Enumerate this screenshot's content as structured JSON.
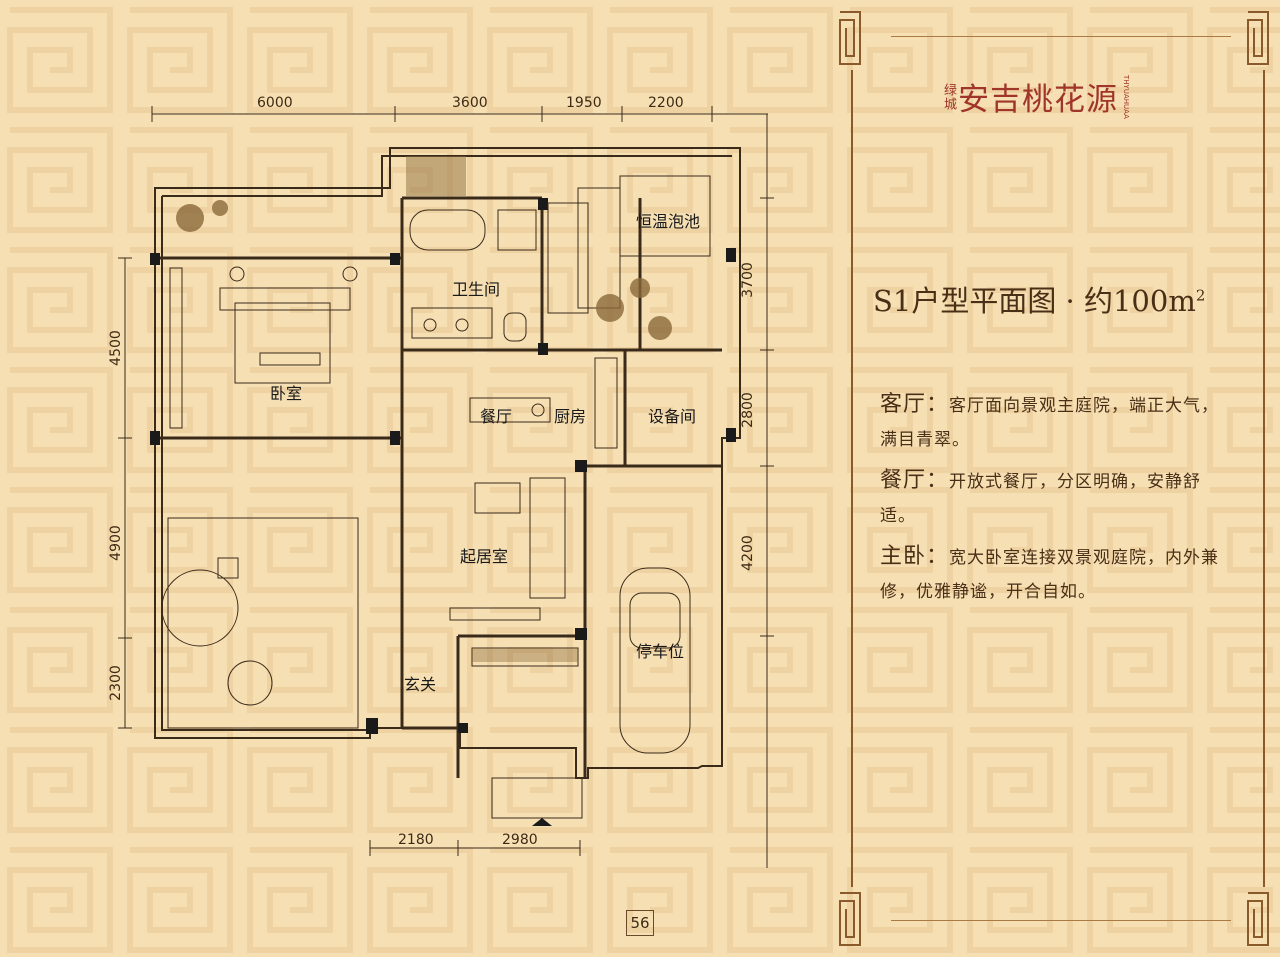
{
  "brand": {
    "sub": "绿城",
    "name": "安吉桃花源",
    "mark": "THYUAHUAA"
  },
  "title": {
    "main": "S1户型平面图 · 约100m",
    "sup": "2"
  },
  "descriptions": [
    {
      "head": "客厅：",
      "text": "客厅面向景观主庭院，端正大气，满目青翠。"
    },
    {
      "head": "餐厅：",
      "text": "开放式餐厅，分区明确，安静舒适。"
    },
    {
      "head": "主卧：",
      "text": "宽大卧室连接双景观庭院，内外兼修，优雅静谧，开合自如。"
    }
  ],
  "plan": {
    "rooms": {
      "pool": "恒温泡池",
      "bath": "卫生间",
      "bedroom": "卧室",
      "dining": "餐厅",
      "kitchen": "厨房",
      "equipment": "设备间",
      "living": "起居室",
      "parking": "停车位",
      "entry": "玄关"
    },
    "dims_top": [
      "6000",
      "3600",
      "1950",
      "2200"
    ],
    "dims_left": [
      "4500",
      "4900",
      "2300"
    ],
    "dims_right": [
      "3700",
      "2800",
      "4200"
    ],
    "dims_bottom": [
      "2180",
      "2980"
    ]
  },
  "page_number": "56",
  "colors": {
    "background": "#f6dfb3",
    "brand_red": "#a0352a",
    "frame": "#8a5a2a"
  }
}
